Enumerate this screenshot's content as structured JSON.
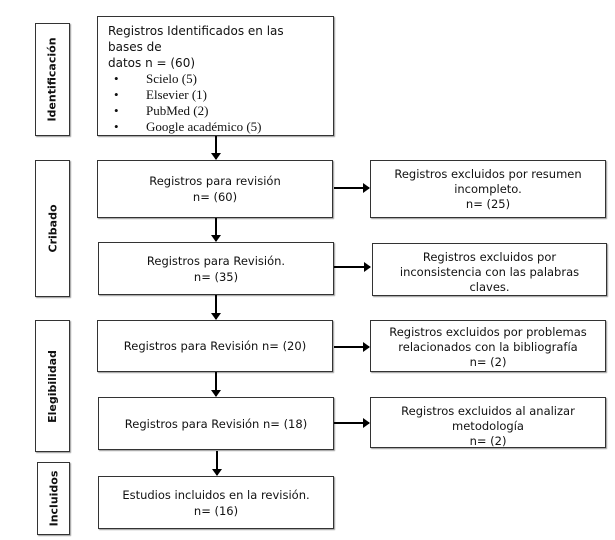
{
  "stages": {
    "identificacion": "Identificación",
    "cribado": "Cribado",
    "elegibilidad": "Elegibilidad",
    "incluidos": "Incluidos"
  },
  "identified": {
    "lines": [
      "Registros Identificados en las",
      "bases de",
      "datos n = (60)"
    ],
    "sources": [
      "Scielo (5)",
      "Elsevier (1)",
      "PubMed (2)",
      "Google académico (5)"
    ]
  },
  "flow": [
    {
      "label": "Registros para revisión",
      "n": "n= (60)"
    },
    {
      "label": "Registros para Revisión.",
      "n": "n= (35)"
    },
    {
      "label": "Registros para Revisión n= (20)"
    },
    {
      "label": "Registros para Revisión n= (18)"
    },
    {
      "label": "Estudios incluidos en la revisión.",
      "n": "n= (16)"
    }
  ],
  "excluded": [
    {
      "lines": [
        "Registros excluidos por resumen",
        "incompleto.",
        "n= (25)"
      ]
    },
    {
      "lines": [
        "Registros excluidos por",
        "inconsistencia con las palabras",
        "claves."
      ]
    },
    {
      "lines": [
        "Registros excluidos por problemas",
        "relacionados con la bibliografía",
        "n= (2)"
      ]
    },
    {
      "lines": [
        "Registros excluidos al analizar",
        "metodología",
        "n= (2)"
      ]
    }
  ]
}
